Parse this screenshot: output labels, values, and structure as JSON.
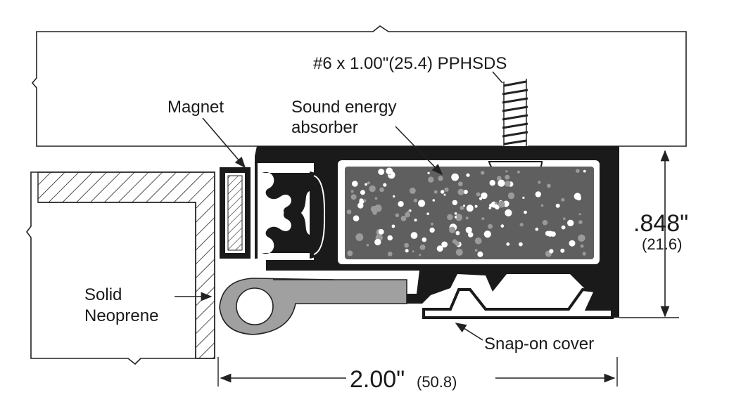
{
  "labels": {
    "screw": "#6 x 1.00\"(25.4) PPHSDS",
    "magnet": "Magnet",
    "absorber_line1": "Sound energy",
    "absorber_line2": "absorber",
    "neoprene_line1": "Solid",
    "neoprene_line2": "Neoprene",
    "cover": "Snap-on cover"
  },
  "dimensions": {
    "height_in": ".848\"",
    "height_mm": "(21.6)",
    "width_in": "2.00\"",
    "width_mm": "(50.8)"
  },
  "colors": {
    "ink": "#1a1a1a",
    "foam": "#5f5f5f",
    "neoprene": "#a0a0a0",
    "line": "#222222",
    "paper": "#ffffff"
  }
}
